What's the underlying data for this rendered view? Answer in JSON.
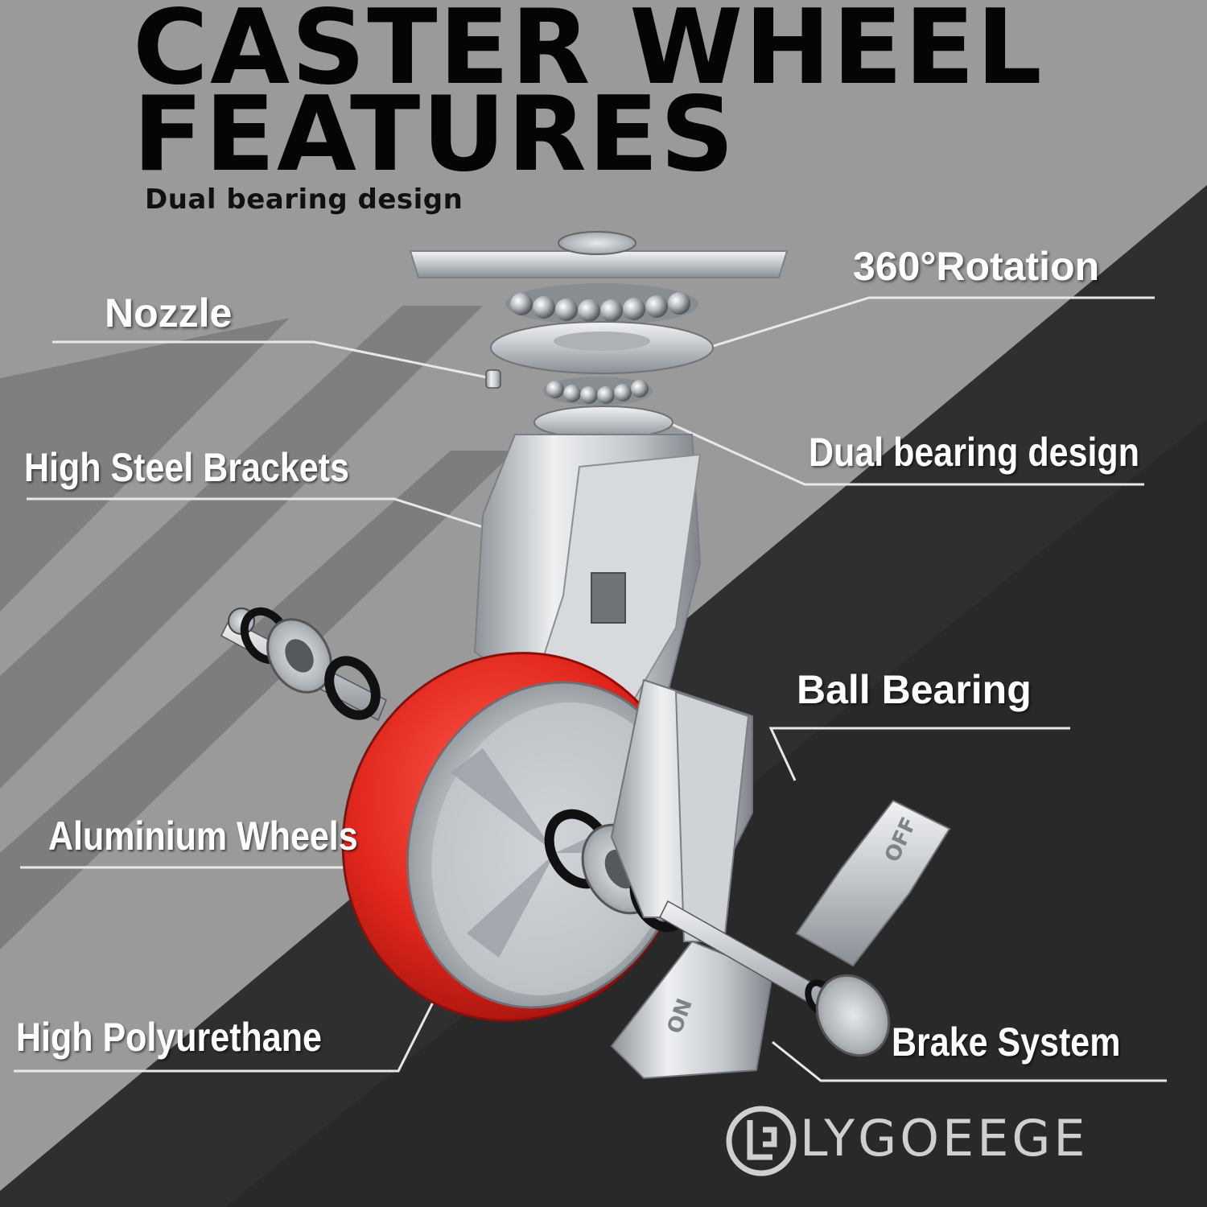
{
  "title": {
    "line1": "CASTER WHEEL",
    "line2": "FEATURES"
  },
  "subtitle": "Dual bearing design",
  "callouts": {
    "nozzle": "Nozzle",
    "rotation": "360°Rotation",
    "brackets": "High Steel Brackets",
    "dual_bearing": "Dual bearing design",
    "ball_bearing": "Ball Bearing",
    "wheels": "Aluminium Wheels",
    "polyurethane": "High Polyurethane",
    "brake": "Brake System"
  },
  "brake_lever": {
    "off_label": "OFF",
    "on_label": "ON"
  },
  "brand": "LYGOEEGE",
  "colors": {
    "background_light": "#9a9a9a",
    "background_dark": "#2b2b2b",
    "wheel_red": "#e0261c",
    "steel": "#c9ccd0",
    "text_white": "#ffffff",
    "title_black": "#050505"
  }
}
